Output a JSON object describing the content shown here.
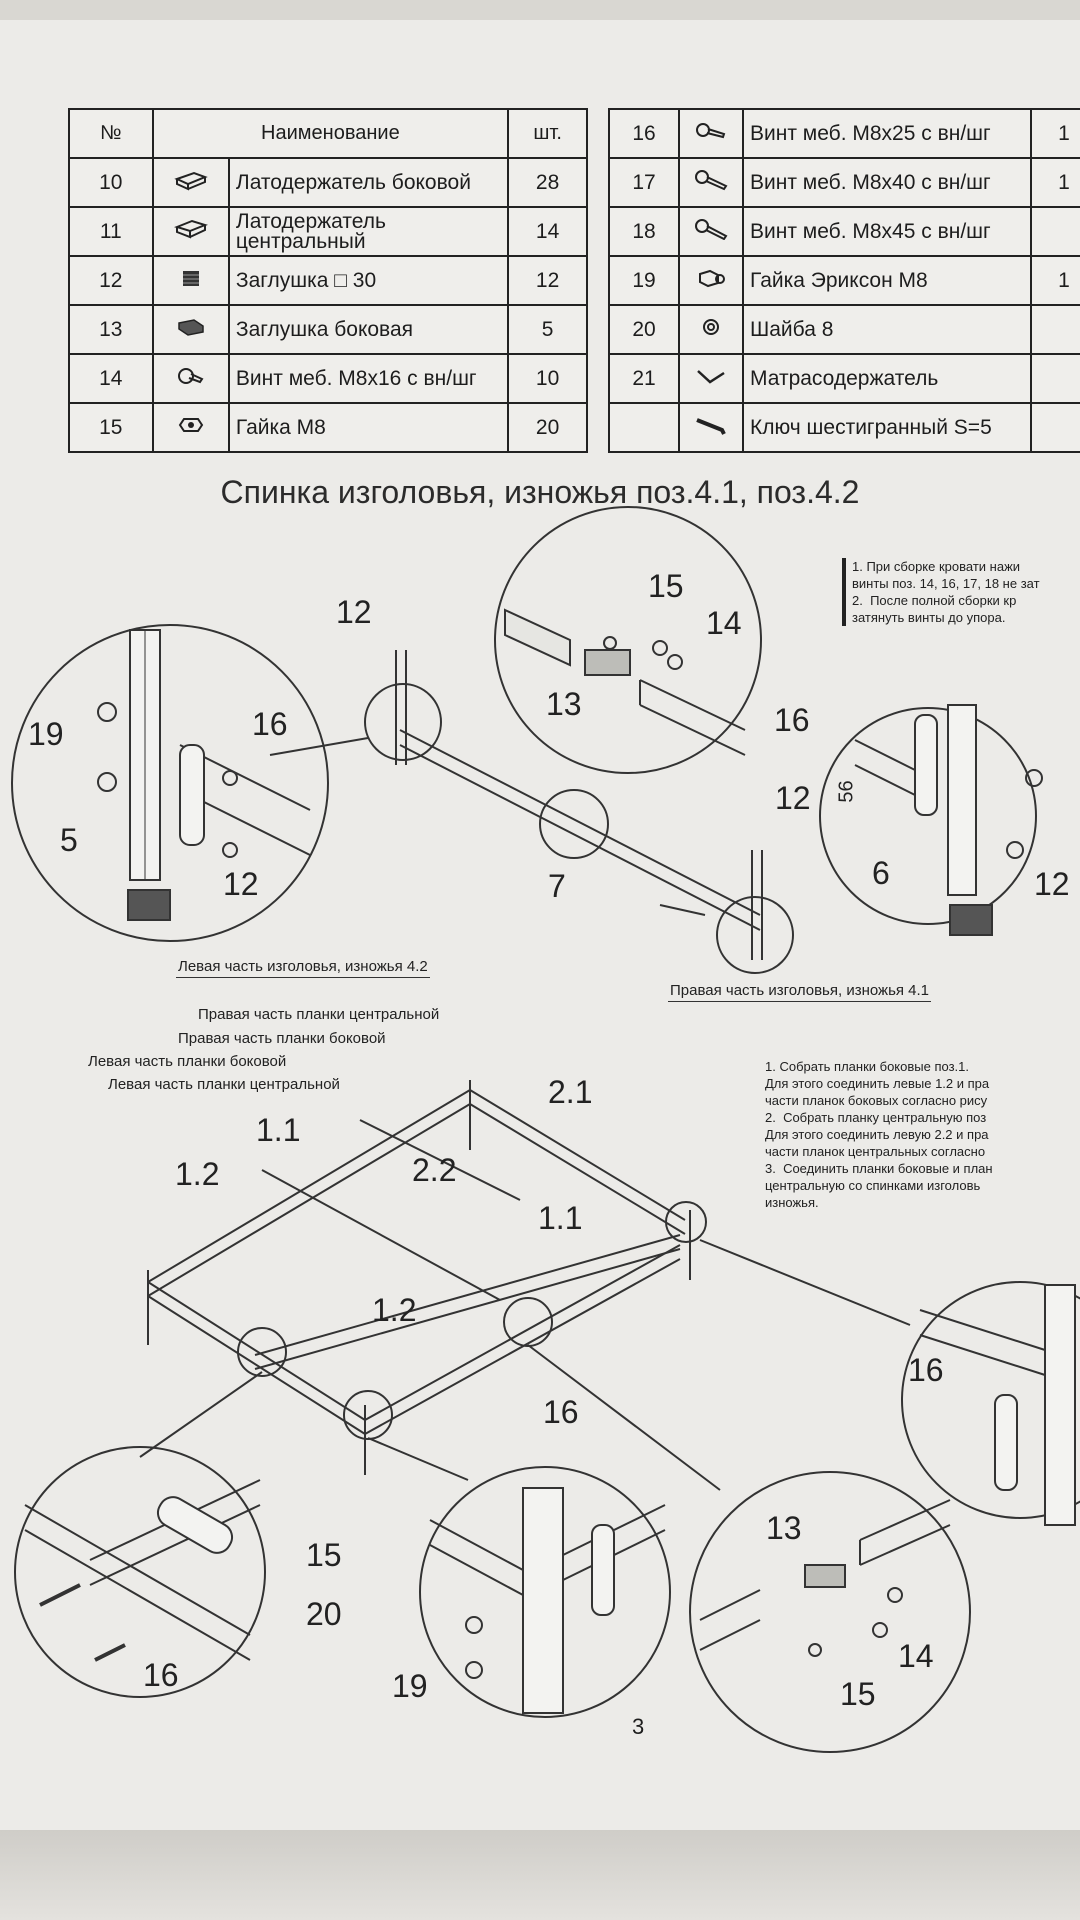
{
  "table_left": {
    "header": {
      "no": "№",
      "name": "Наименование",
      "qty": "шт."
    },
    "rows": [
      {
        "no": "10",
        "icon": "slat-holder-side-icon",
        "name": "Латодержатель боковой",
        "qty": "28"
      },
      {
        "no": "11",
        "icon": "slat-holder-center-icon",
        "name": "Латодержатель центральный",
        "qty": "14"
      },
      {
        "no": "12",
        "icon": "square-cap-icon",
        "name": "Заглушка □ 30",
        "qty": "12"
      },
      {
        "no": "13",
        "icon": "side-cap-icon",
        "name": "Заглушка боковая",
        "qty": "5"
      },
      {
        "no": "14",
        "icon": "screw-icon",
        "name": "Винт меб. М8х16 с вн/шг",
        "qty": "10"
      },
      {
        "no": "15",
        "icon": "nut-icon",
        "name": "Гайка М8",
        "qty": "20"
      }
    ]
  },
  "table_right": {
    "rows": [
      {
        "no": "16",
        "icon": "screw-icon",
        "name": "Винт меб. М8х25 с вн/шг",
        "qty": "1"
      },
      {
        "no": "17",
        "icon": "screw-icon",
        "name": "Винт меб. М8х40 с вн/шг",
        "qty": "1"
      },
      {
        "no": "18",
        "icon": "screw-icon",
        "name": "Винт меб. М8х45 с вн/шг",
        "qty": ""
      },
      {
        "no": "19",
        "icon": "erickson-nut-icon",
        "name": "Гайка Эриксон М8",
        "qty": "1"
      },
      {
        "no": "20",
        "icon": "washer-icon",
        "name": "Шайба 8",
        "qty": ""
      },
      {
        "no": "21",
        "icon": "mattress-holder-icon",
        "name": "Матрасодержатель",
        "qty": ""
      },
      {
        "no": "",
        "icon": "hex-key-icon",
        "name": "Ключ шестигранный S=5",
        "qty": ""
      }
    ]
  },
  "section_title": "Спинка изголовья, изножья поз.4.1, поз.4.2",
  "notes_top": "1. При сборке кровати нажи\nвинты поз. 14, 16, 17, 18 не зат\n2.  После полной сборки кр\nзатянуть винты до упора.",
  "notes_mid": "1. Собрать планки боковые поз.1.\nДля этого соединить левые 1.2 и пра\nчасти планок боковых согласно рису\n2.  Собрать планку центральную поз\nДля этого соединить левую 2.2 и пра\nчасти планок центральных согласно \n3.  Соединить планки боковые и план\nцентральную со спинками изголовь\nизножья.",
  "labels": {
    "left_head": "Левая часть изголовья, изножья 4.2",
    "right_head": "Правая часть изголовья, изножья 4.1",
    "right_center": "Правая часть планки центральной",
    "right_side": "Правая часть планки боковой",
    "left_side": "Левая часть планки боковой",
    "left_center": "Левая часть планки центральной"
  },
  "callouts": {
    "c12a": "12",
    "c19a": "19",
    "c16a": "16",
    "c5": "5",
    "c12b": "12",
    "c15a": "15",
    "c14a": "14",
    "c13a": "13",
    "c7": "7",
    "c12c": "12",
    "c16b": "16",
    "c56": "56",
    "c6": "6",
    "c12d": "12",
    "c11a": "1.1",
    "c12e": "1.2",
    "c22": "2.2",
    "c21": "2.1",
    "c11b": "1.1",
    "c12f": "1.2",
    "c16c": "16",
    "c15b": "15",
    "c20": "20",
    "c16d": "16",
    "c16e": "16",
    "c19b": "19",
    "c13b": "13",
    "c14b": "14",
    "c15c": "15"
  },
  "page_number": "3"
}
